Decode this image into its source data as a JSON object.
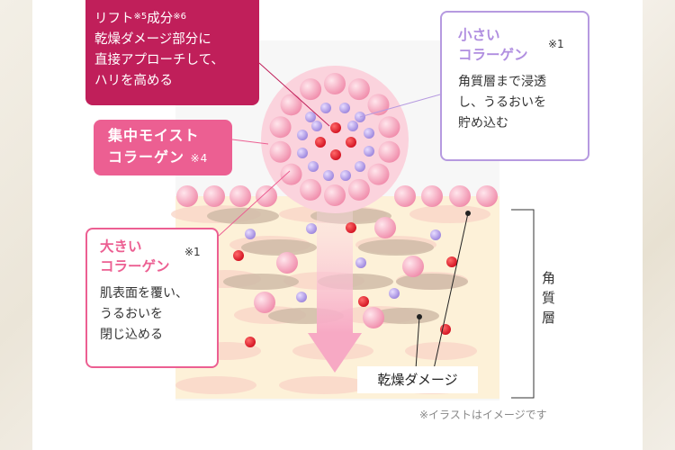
{
  "callouts": {
    "lift": {
      "line1_a": "リフト",
      "line1_n1": "※5",
      "line1_b": "成分",
      "line1_n2": "※6",
      "line2": "乾燥ダメージ部分に",
      "line3": "直接アプローチして、",
      "line4": "ハリを高める"
    },
    "moist": {
      "line1": "集中モイスト",
      "line2": "コラーゲン",
      "note": "※4"
    },
    "small_collagen": {
      "title1": "小さい",
      "title2": "コラーゲン",
      "note": "※1",
      "desc1": "角質層まで浸透",
      "desc2": "し、うるおいを",
      "desc3": "貯め込む"
    },
    "large_collagen": {
      "title1": "大きい",
      "title2": "コラーゲン",
      "note": "※1",
      "desc1": "肌表面を覆い、",
      "desc2": "うるおいを",
      "desc3": "閉じ込める"
    }
  },
  "labels": {
    "stratum_corneum": "角質層",
    "dry_damage": "乾燥ダメージ",
    "footnote": "※イラストはイメージです"
  },
  "colors": {
    "lift": "#c01f5a",
    "moist": "#ec5f92",
    "small": "#b69ae0",
    "large": "#ec5f92",
    "skin": "#fdf1d8"
  }
}
